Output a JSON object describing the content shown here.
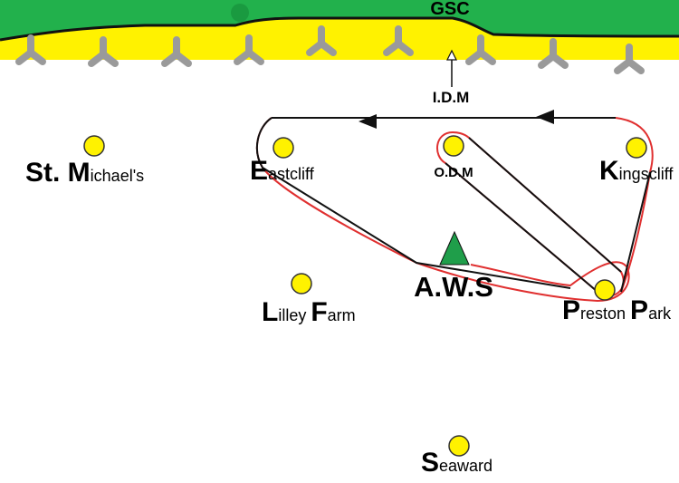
{
  "header": {
    "title": "GSC"
  },
  "markers": {
    "idm": "I.D.M",
    "aws": "A.W.S"
  },
  "locations": [
    {
      "id": "st-michaels",
      "cap": "St. M",
      "rest": "ichael's"
    },
    {
      "id": "eastcliff",
      "cap": "E",
      "rest": "astcliff"
    },
    {
      "id": "odm",
      "cap": "",
      "rest": "O.D.M"
    },
    {
      "id": "kingscliff",
      "cap": "K",
      "rest": "ingscliff"
    },
    {
      "id": "lilley-farm",
      "cap1": "L",
      "rest1": "illey ",
      "cap2": "F",
      "rest2": "arm"
    },
    {
      "id": "preston-park",
      "cap1": "P",
      "rest1": "reston ",
      "cap2": "P",
      "rest2": "ark"
    },
    {
      "id": "seaward",
      "cap": "S",
      "rest": "eaward"
    }
  ],
  "colors": {
    "grass": "#22b14c",
    "sand": "#fff200",
    "town": "#fff200",
    "aws_marker": "#1f9e4a",
    "route": "#e03030",
    "propeller": "#9a9a9a"
  }
}
